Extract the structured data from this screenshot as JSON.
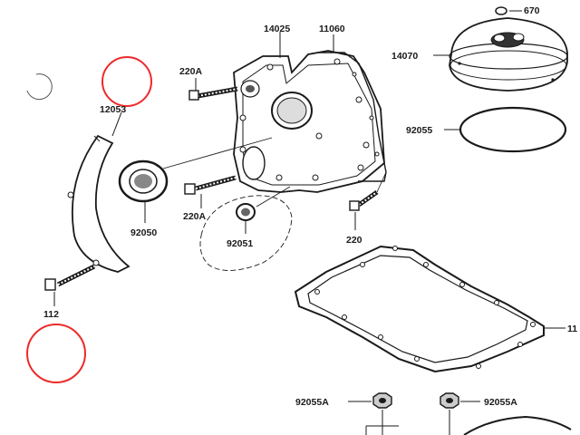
{
  "parts": {
    "p670": "670",
    "p14070": "14070",
    "p14025": "14025",
    "p11060": "11060",
    "p220a_top": "220A",
    "p12053": "12053",
    "p92055": "92055",
    "p92050": "92050",
    "p220a_mid": "220A",
    "p92051": "92051",
    "p220": "220",
    "p112": "112",
    "p11_partial": "11",
    "p92055a_left": "92055A",
    "p92055a_right": "92055A"
  },
  "colors": {
    "ink": "#1a1a1a",
    "marker_red": "#ee2a2a",
    "paper": "#ffffff"
  },
  "icons": {
    "highlight_circles": "red-circle-marker"
  }
}
